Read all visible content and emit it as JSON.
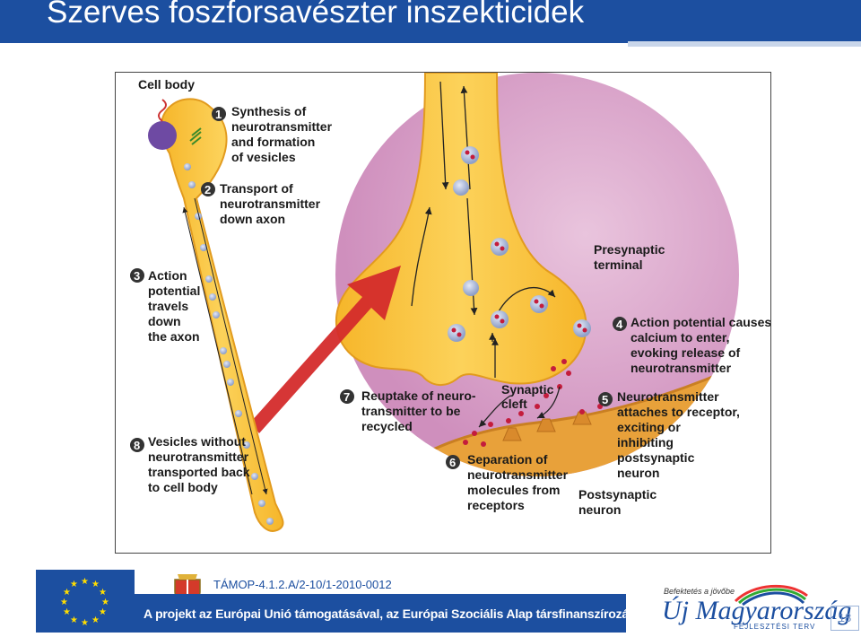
{
  "slide": {
    "title": "Szerves foszforsavészter inszekticidek",
    "page_number": "18",
    "colors": {
      "title_bar": "#1c4fa0",
      "neuron": "#f9c340",
      "background_pink": "#d9a3c8",
      "postsynaptic": "#e8a13a",
      "arrow_red": "#d42b2b"
    }
  },
  "diagram": {
    "labels": {
      "cell_body": "Cell body",
      "presynaptic": [
        "Presynaptic",
        "terminal"
      ],
      "synaptic_cleft": [
        "Synaptic",
        "cleft"
      ],
      "postsynaptic": [
        "Postsynaptic",
        "neuron"
      ]
    },
    "steps": [
      {
        "num": "1",
        "lines": [
          "Synthesis of",
          "neurotransmitter",
          "and formation",
          "of vesicles"
        ]
      },
      {
        "num": "2",
        "lines": [
          "Transport of",
          "neurotransmitter",
          "down axon"
        ]
      },
      {
        "num": "3",
        "lines": [
          "Action",
          "potential",
          "travels",
          "down",
          "the axon"
        ]
      },
      {
        "num": "4",
        "lines": [
          "Action potential causes",
          "calcium to enter,",
          "evoking release of",
          "neurotransmitter"
        ]
      },
      {
        "num": "5",
        "lines": [
          "Neurotransmitter",
          "attaches to receptor,",
          "exciting or",
          "inhibiting",
          "postsynaptic",
          "neuron"
        ]
      },
      {
        "num": "6",
        "lines": [
          "Separation of",
          "neurotransmitter",
          "molecules from",
          "receptors"
        ]
      },
      {
        "num": "7",
        "lines": [
          "Reuptake of neuro-",
          "transmitter to be",
          "recycled"
        ]
      },
      {
        "num": "8",
        "lines": [
          "Vesicles without",
          "neurotransmitter",
          "transported back",
          "to cell body"
        ]
      }
    ]
  },
  "footer": {
    "project_code": "TÁMOP-4.1.2.A/2-10/1-2010-0012",
    "funding_text": "A projekt az Európai Unió támogatásával, az Európai Szociális Alap társfinanszírozásával valósul meg.",
    "umft_tagline": "Befektetés a jövőbe",
    "umft_name": "Új Magyarország",
    "umft_sub": "FEJLESZTÉSI TERV"
  }
}
